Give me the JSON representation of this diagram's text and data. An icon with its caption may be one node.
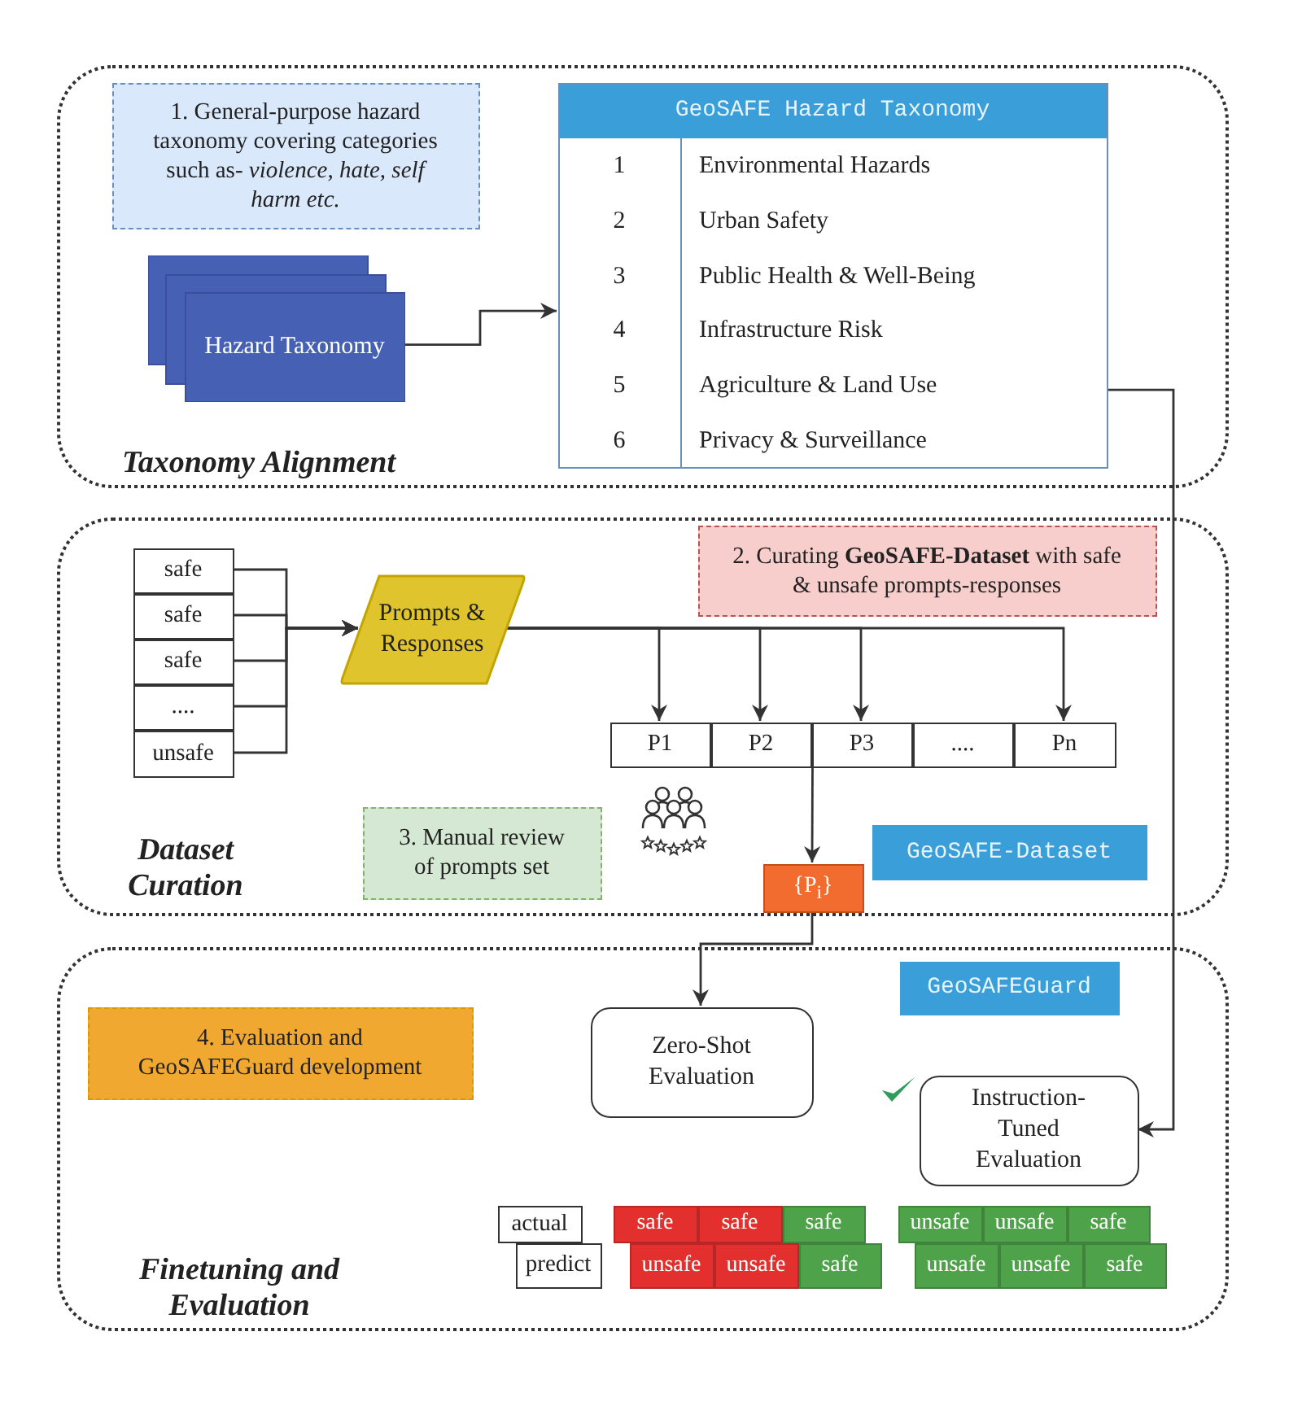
{
  "diagram": {
    "nodes": [
      {
        "text": [
          "Taxonomy Alignment"
        ]
      },
      {
        "text": [
          "1. General-purpose hazard taxonomy covering categories such as- *violence, hate, self harm etc.*"
        ],
        "in": 0
      },
      {
        "text": [
          "Hazard Taxonomy"
        ],
        "in": 0
      },
      {
        "text": [
          "GeoSAFE Hazard Taxonomy",
          "1",
          "Environmental Hazards",
          "2",
          "Urban Safety",
          "3",
          "Public Health & Well-Being",
          "4",
          "Infrastructure Risk",
          "5",
          "Agriculture & Land Use",
          "6",
          "Privacy & Surveillance"
        ],
        "in": 0
      },
      {
        "text": [
          "Dataset Curation"
        ]
      },
      {
        "text": [
          "safe"
        ],
        "in": 4
      },
      {
        "text": [
          "safe"
        ],
        "in": 4
      },
      {
        "text": [
          "safe"
        ],
        "in": 4
      },
      {
        "text": [
          "...."
        ],
        "in": 4
      },
      {
        "text": [
          "unsafe"
        ],
        "in": 4
      },
      {
        "text": [
          "Prompts & Responses"
        ],
        "in": 4
      },
      {
        "text": [
          "2. Curating **GeoSAFE-Dataset** with safe & unsafe prompts-responses"
        ],
        "in": 4
      },
      {
        "text": [
          "P1"
        ],
        "in": 4
      },
      {
        "text": [
          "P2"
        ],
        "in": 4
      },
      {
        "text": [
          "P3"
        ],
        "in": 4
      },
      {
        "text": [
          "...."
        ],
        "in": 4
      },
      {
        "text": [
          "Pn"
        ],
        "in": 4
      },
      {
        "text": [
          "3. Manual review of prompts set"
        ],
        "in": 4
      },
      {
        "text": [
          "GeoSAFE-Dataset"
        ],
        "in": 4
      },
      {
        "text": [
          "{P$_{i}$}"
        ],
        "in": 4
      },
      {
        "text": [
          "Finetuning and Evaluation"
        ]
      },
      {
        "text": [
          "GeoSAFEGuard"
        ],
        "in": 20
      },
      {
        "text": [
          "4. Evaluation and GeoSAFEGuard development"
        ],
        "in": 20
      },
      {
        "text": [
          "Zero-Shot Evaluation"
        ],
        "in": 20
      },
      {
        "text": [
          "Instruction-Tuned Evaluation"
        ],
        "in": 20
      },
      {
        "text": [
          "actual"
        ],
        "in": 20
      },
      {
        "text": [
          "predict"
        ],
        "in": 20
      },
      {
        "text": [
          "safe"
        ],
        "in": 20
      },
      {
        "text": [
          "safe"
        ],
        "in": 20
      },
      {
        "text": [
          "safe"
        ],
        "in": 20
      },
      {
        "text": [
          "unsafe"
        ],
        "in": 20
      },
      {
        "text": [
          "unsafe"
        ],
        "in": 20
      },
      {
        "text": [
          "safe"
        ],
        "in": 20
      },
      {
        "text": [
          "unsafe"
        ],
        "in": 20
      },
      {
        "text": [
          "unsafe"
        ],
        "in": 20
      },
      {
        "text": [
          "safe"
        ],
        "in": 20
      },
      {
        "text": [
          "unsafe"
        ],
        "in": 20
      },
      {
        "text": [
          "unsafe"
        ],
        "in": 20
      },
      {
        "text": [
          "safe"
        ],
        "in": 20
      }
    ],
    "edges": [
      {
        "from": 2,
        "to": 3,
        "arrow": "to"
      },
      {
        "from": 3,
        "to": 24,
        "arrow": "to"
      },
      {
        "from": 5,
        "to": 10,
        "arrow": "to"
      },
      {
        "from": 6,
        "to": 10,
        "arrow": "to"
      },
      {
        "from": 7,
        "to": 10,
        "arrow": "to"
      },
      {
        "from": 8,
        "to": 10,
        "arrow": "to"
      },
      {
        "from": 9,
        "to": 10,
        "arrow": "to"
      },
      {
        "from": 10,
        "to": 12,
        "arrow": "to"
      },
      {
        "from": 10,
        "to": 13,
        "arrow": "to"
      },
      {
        "from": 10,
        "to": 14,
        "arrow": "to"
      },
      {
        "from": 10,
        "to": 16,
        "arrow": "to"
      },
      {
        "from": 14,
        "to": 19,
        "arrow": "to"
      },
      {
        "from": 19,
        "to": 23,
        "arrow": "to"
      }
    ]
  }
}
